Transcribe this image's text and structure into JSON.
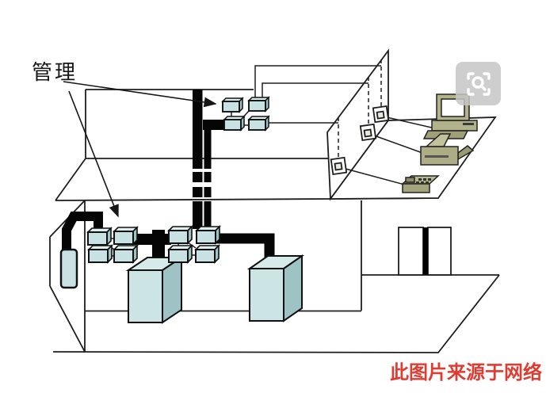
{
  "labels": {
    "management": "管理"
  },
  "caption": {
    "text": "此图片来源于网络",
    "color": "#e03b31"
  },
  "watermark": {
    "icon": "image-zoom-watermark-icon"
  },
  "diagram": {
    "type": "structured-cabling-two-floor-diagram",
    "floors": 2,
    "components": [
      "backbone-riser-cable",
      "patch-panel-boxes-upper-floor",
      "patch-panel-boxes-lower-floor",
      "wall-mounted-cabinet",
      "equipment-cabinet-1",
      "equipment-cabinet-2",
      "wall-outlet-1",
      "wall-outlet-2",
      "wall-outlet-3",
      "computer",
      "fax-machine",
      "telephone",
      "management-arrows"
    ]
  },
  "colors": {
    "equipment_fill": "#c8e2e3",
    "equipment_top": "#ddeeee",
    "equipment_side": "#a0c4c6",
    "device_fill": "#b2b28b",
    "cable": "#000000",
    "line": "#1e1e1e",
    "watermark_grey": "#c6c6c6"
  }
}
